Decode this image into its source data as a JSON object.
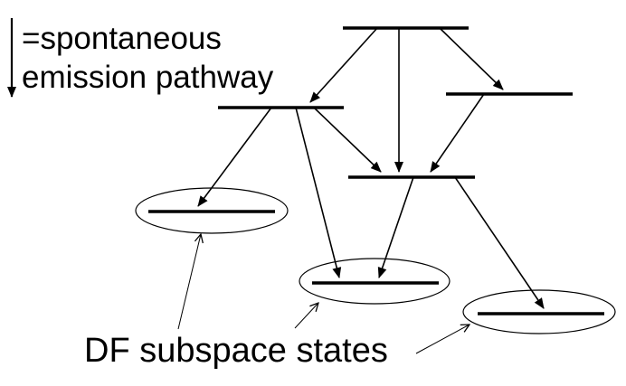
{
  "legend": {
    "line1": "=spontaneous",
    "line2": "emission pathway"
  },
  "caption": "DF subspace states",
  "colors": {
    "ink": "#000000",
    "background": "#ffffff"
  }
}
